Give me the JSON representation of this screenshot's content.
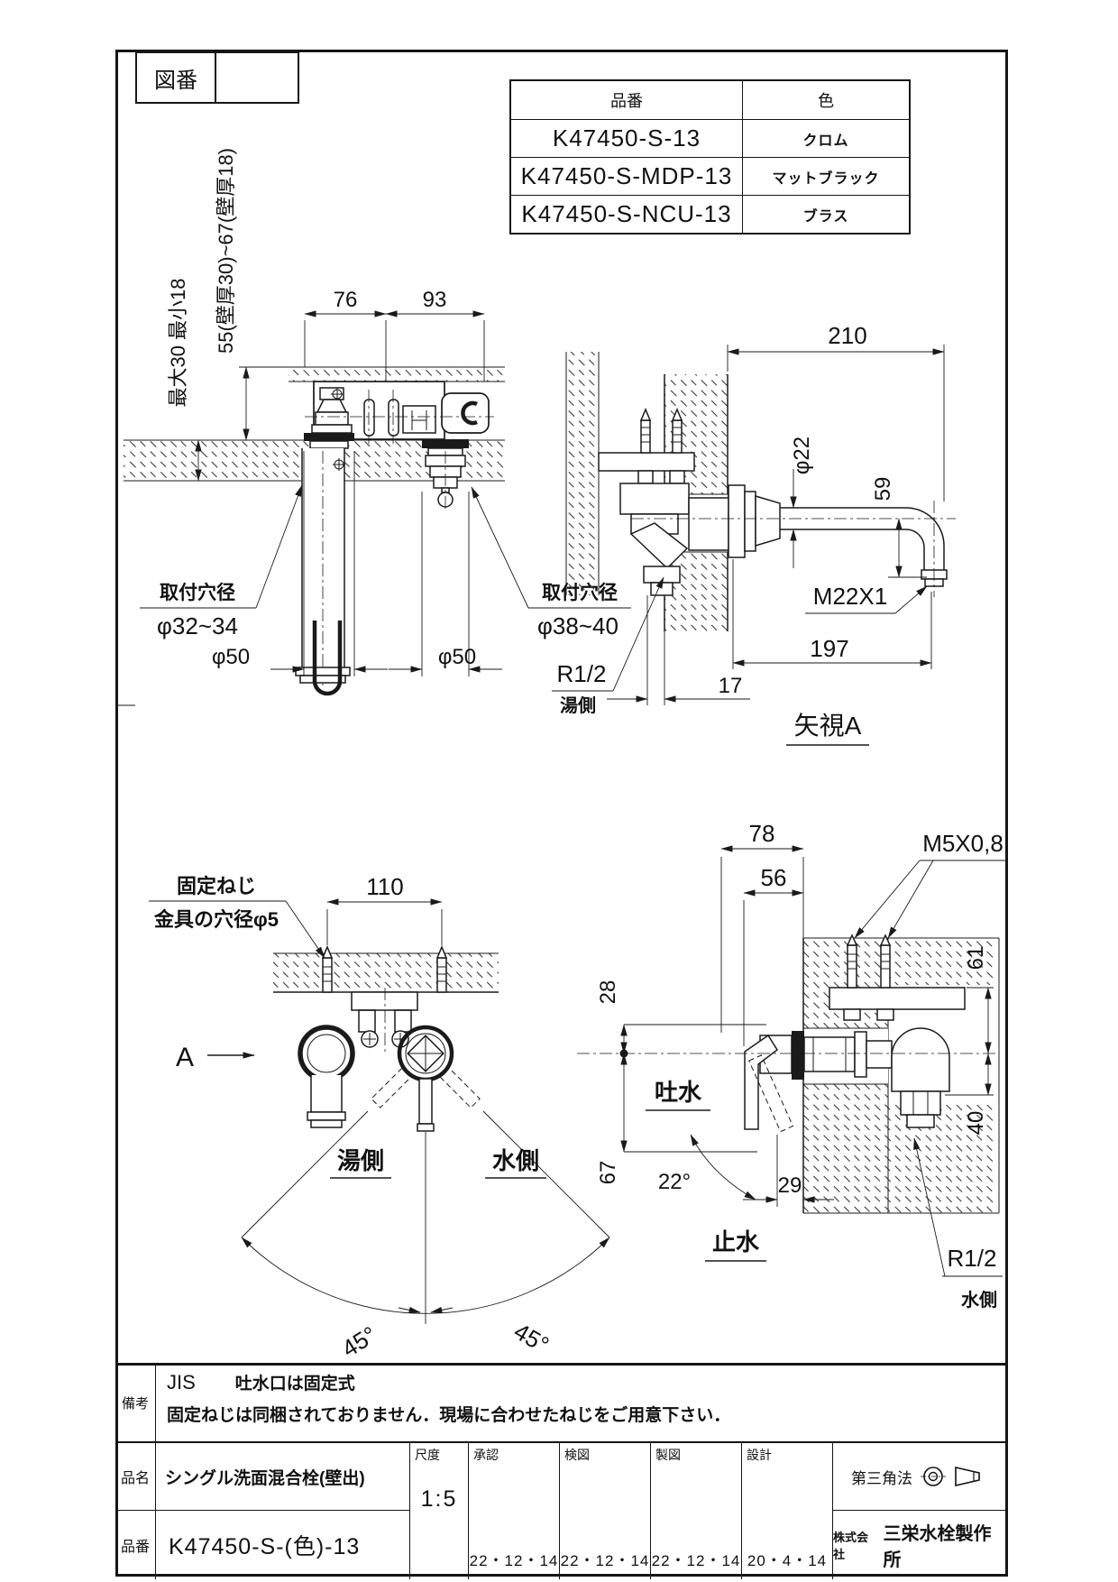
{
  "frame": {
    "zuban_label": "図番"
  },
  "parts_table": {
    "headers": [
      "品番",
      "色"
    ],
    "rows": [
      {
        "part_no": "K47450-S-13",
        "color": "クロム"
      },
      {
        "part_no": "K47450-S-MDP-13",
        "color": "マットブラック"
      },
      {
        "part_no": "K47450-S-NCU-13",
        "color": "ブラス"
      }
    ]
  },
  "d1": {
    "dim_a": "76",
    "dim_b": "93",
    "dim_wall_range": "55(壁厚30)~67(壁厚18)",
    "dim_wall_thickness": "最大30 最小18",
    "hole_left_title": "取付穴径",
    "hole_left_dia": "φ32~34",
    "hole_right_title": "取付穴径",
    "hole_right_dia": "φ38~40",
    "flange_left_dia": "φ50",
    "flange_right_dia": "φ50"
  },
  "d2": {
    "dim_length": "210",
    "dim_dia": "φ22",
    "dim_drop": "59",
    "thread_spout": "M22X1",
    "dim_reach": "197",
    "dim_wall": "17",
    "thread_label": "R1/2",
    "thread_side": "湯側",
    "caption": "矢視A"
  },
  "d3": {
    "screw_note_1": "固定ねじ",
    "screw_note_2": "金具の穴径φ5",
    "dim_pitch": "110",
    "view_arrow": "A",
    "hot_label": "湯側",
    "cold_label": "水側",
    "angle_left": "45°",
    "angle_right": "45°"
  },
  "d4": {
    "thread_screw": "M5X0,8",
    "dim_a": "78",
    "dim_b": "56",
    "dim_c": "28",
    "dim_d": "61",
    "dim_e": "67",
    "dim_f": "29",
    "dim_g": "40",
    "angle": "22°",
    "discharge_label": "吐水",
    "stop_label": "止水",
    "thread_label": "R1/2",
    "thread_side": "水側"
  },
  "title_block": {
    "biko_label": "備考",
    "jis_label": "JIS",
    "note_line1": "吐水口は固定式",
    "note_line2": "固定ねじは同梱されておりません．現場に合わせたねじをご用意下さい．",
    "hinmei_label": "品名",
    "hinmei_value": "シングル洗面混合栓(壁出)",
    "hinban_label": "品番",
    "hinban_value": "K47450-S-(色)-13",
    "shakudo_label": "尺度",
    "shakudo_value": "1:5",
    "approval_label": "承認",
    "approval_date": "22・12・14",
    "check_label": "検図",
    "check_date": "22・12・14",
    "draft_label": "製図",
    "draft_date": "22・12・14",
    "design_label": "設計",
    "design_date": "20・4・14",
    "projection_label": "第三角法",
    "company_prefix": "株式会社",
    "company_name": "三栄水栓製作所"
  }
}
